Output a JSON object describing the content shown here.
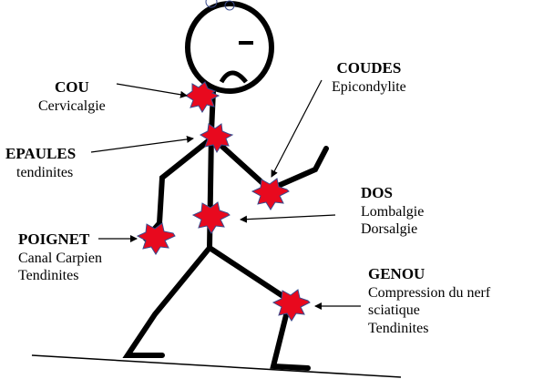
{
  "colors": {
    "stroke": "#000000",
    "pain_fill": "#e8091e",
    "pain_outline": "#3a4a8c",
    "background": "#ffffff"
  },
  "labels": {
    "cou": {
      "title": "COU",
      "lines": [
        "Cervicalgie"
      ]
    },
    "epaules": {
      "title": "EPAULES",
      "lines": [
        "tendinites"
      ]
    },
    "poignet": {
      "title": "POIGNET",
      "lines": [
        "Canal Carpien",
        "Tendinites"
      ]
    },
    "coudes": {
      "title": "COUDES",
      "lines": [
        "Epicondylite"
      ]
    },
    "dos": {
      "title": "DOS",
      "lines": [
        "Lombalgie",
        "Dorsalgie"
      ]
    },
    "genou": {
      "title": "GENOU",
      "lines": [
        "Compression du nerf",
        "sciatique",
        "Tendinites"
      ]
    }
  },
  "icons": {
    "pain_marker": "starburst-icon",
    "face": "frowning-face-icon"
  }
}
